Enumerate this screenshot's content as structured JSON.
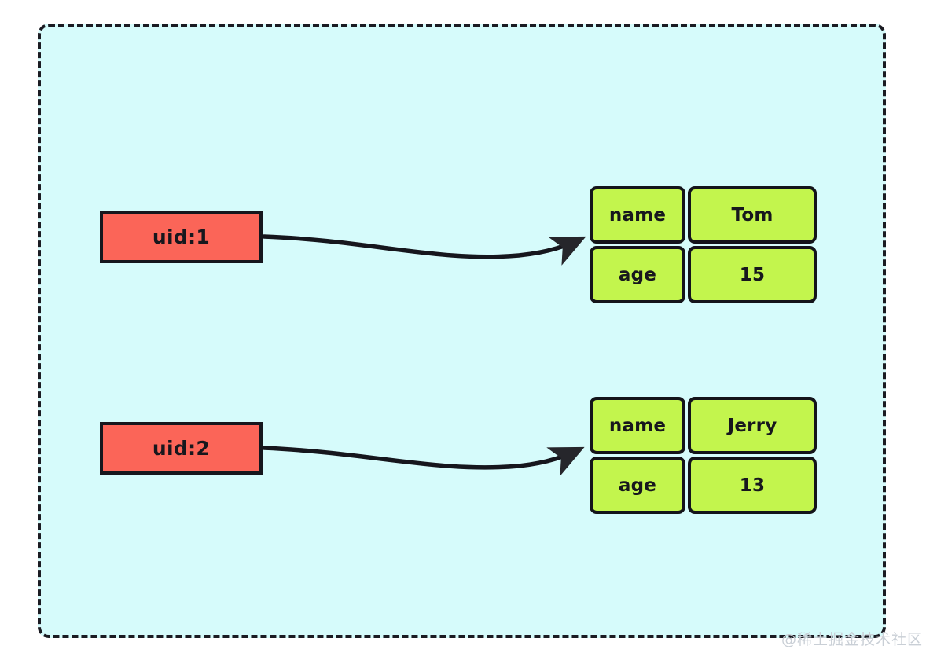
{
  "canvas": {
    "background_color": "#d6fbfb",
    "border_color": "#1b1b22",
    "border_style": "dashed"
  },
  "colors": {
    "key_fill": "#fb6558",
    "value_fill": "#c3f54d",
    "stroke": "#16161d",
    "canvas_bg": "#d6fbfb",
    "page_bg": "#ffffff",
    "watermark": "#c9cfd6"
  },
  "keys": [
    {
      "label": "uid:1"
    },
    {
      "label": "uid:2"
    }
  ],
  "hash_tables": [
    {
      "rows": [
        {
          "field": "name",
          "value": "Tom"
        },
        {
          "field": "age",
          "value": "15"
        }
      ]
    },
    {
      "rows": [
        {
          "field": "name",
          "value": "Jerry"
        },
        {
          "field": "age",
          "value": "13"
        }
      ]
    }
  ],
  "connectors": [
    {
      "from": "uid:1",
      "to": "hash-table-1",
      "arrow": "arrowhead"
    },
    {
      "from": "uid:2",
      "to": "hash-table-2",
      "arrow": "arrowhead"
    }
  ],
  "watermark": {
    "text": "@稀土掘金技术社区"
  }
}
